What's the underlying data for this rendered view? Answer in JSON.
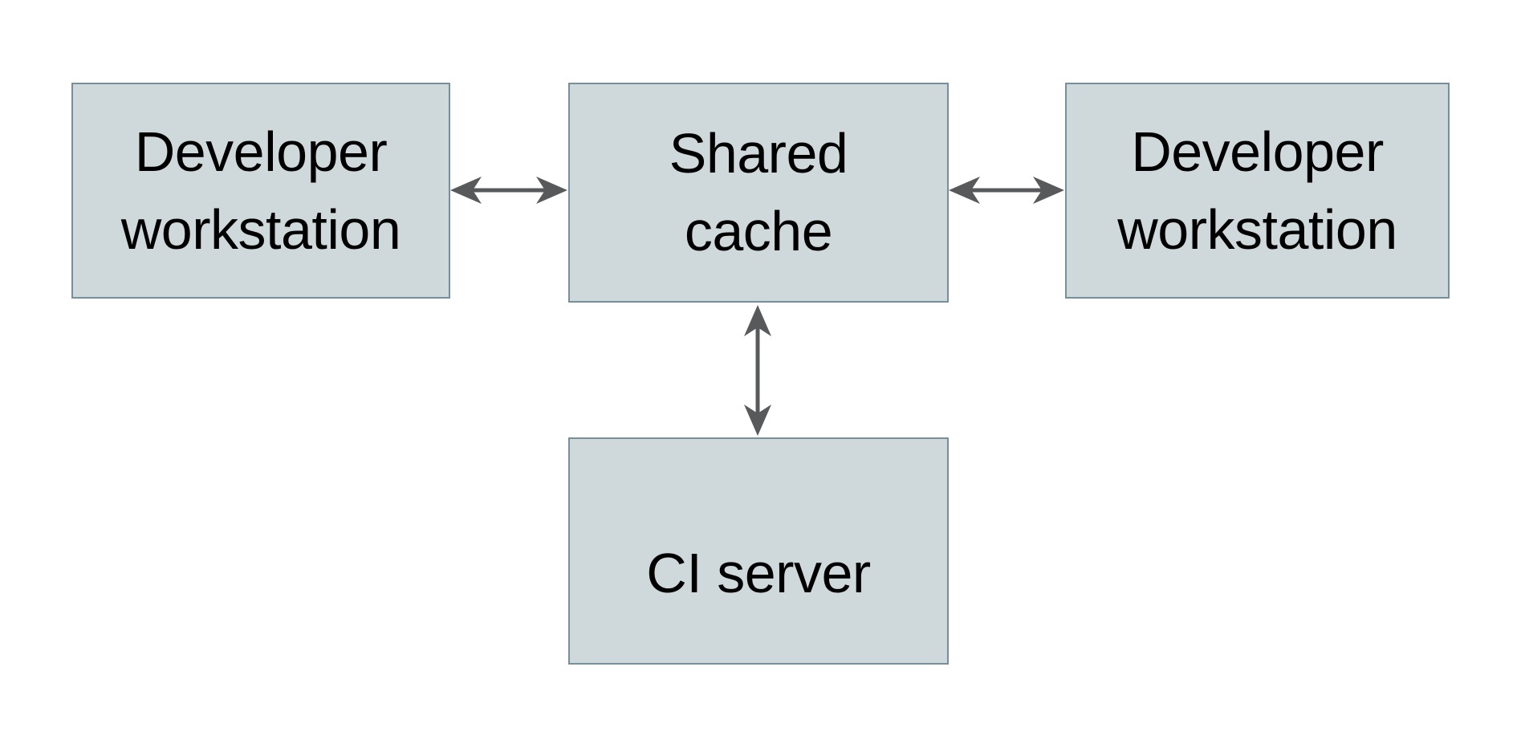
{
  "diagram": {
    "type": "architecture-diagram",
    "background": "#ffffff",
    "nodes": [
      {
        "id": "developer-workstation-left",
        "label": "Developer\nworkstation"
      },
      {
        "id": "shared-cache",
        "label": "Shared\ncache"
      },
      {
        "id": "developer-workstation-right",
        "label": "Developer\nworkstation"
      },
      {
        "id": "ci-server",
        "label": "CI server"
      }
    ],
    "edges": [
      {
        "from": "developer-workstation-left",
        "to": "shared-cache",
        "direction": "bidirectional",
        "orientation": "horizontal"
      },
      {
        "from": "shared-cache",
        "to": "developer-workstation-right",
        "direction": "bidirectional",
        "orientation": "horizontal"
      },
      {
        "from": "shared-cache",
        "to": "ci-server",
        "direction": "bidirectional",
        "orientation": "vertical"
      }
    ],
    "colors": {
      "node_fill": "#cfd8da",
      "node_border": "#75909b",
      "arrow": "#58595b",
      "text": "#000000",
      "background": "#ffffff"
    }
  }
}
